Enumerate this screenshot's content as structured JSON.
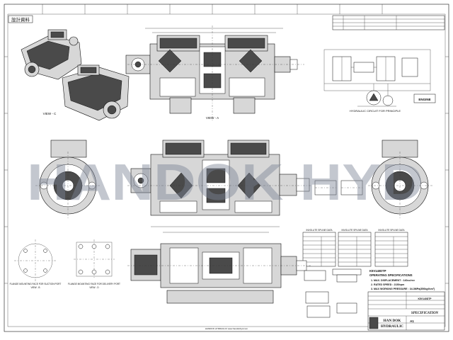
{
  "sheet": {
    "corner_label": "設計資料",
    "views": {
      "view_a": "VIEW - A",
      "view_b": "VIEW - B",
      "view_c": "VIEW - C",
      "view_d": "VIEW - D"
    },
    "flange_labels": {
      "suction": "FLANGE MOUNTING FACE FOR SUCTION PORT",
      "delivery": "FLANGE MOUNTING FACE FOR DELIVERY PORT"
    },
    "spline_tables": {
      "table1": "INVOLUTE SPLINE DATA",
      "table2": "INVOLUTE SPLINE DATA",
      "table3": "INVOLUTE SPLINE DATA"
    },
    "circuit_label": "HYDRAULIC CIRCUIT FOR PRINCIPLE",
    "engine_label": "ENGINE",
    "specs": {
      "model": "K5V140DTP",
      "heading": "OPERATING SPECIFICATIONS",
      "lines": [
        "1. MAX. DISPLACEMENT : 140cc/rev",
        "2. RATED SPEED : 2150rpm",
        "3. MAX WORKING PRESSURE : 34.3MPa(350kgf/cm²)"
      ]
    },
    "title_block": {
      "company_line1": "HAN DOK",
      "company_line2": "HYDRAULIC",
      "drawing_title": "SPECIFICATION",
      "model": "K5V140DTP",
      "sheet": "A1"
    },
    "watermark": "HANDOK HYD",
    "bottom_text": "HANDOK HYDRAULIC  www.handokhyd.com"
  }
}
